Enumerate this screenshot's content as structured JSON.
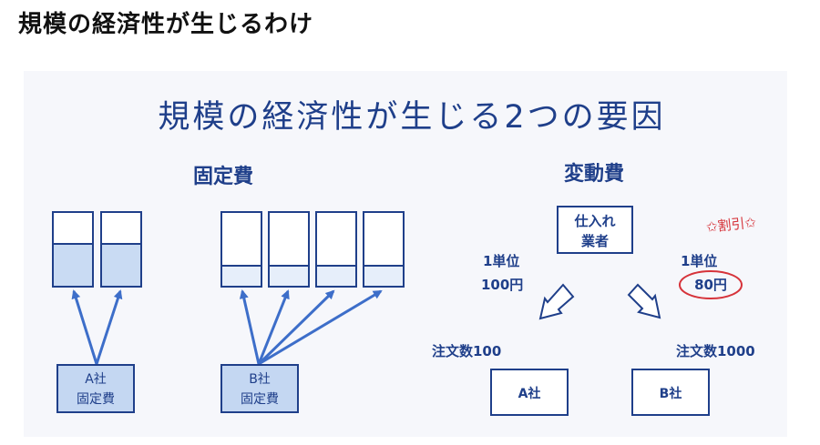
{
  "page_title": "規模の経済性が生じるわけ",
  "diagram": {
    "title": "規模の経済性が生じる2つの要因",
    "fixed_cost": {
      "heading": "固定費",
      "company_a_line1": "A社",
      "company_a_line2": "固定費",
      "company_b_line1": "B社",
      "company_b_line2": "固定費"
    },
    "variable_cost": {
      "heading": "変動費",
      "supplier_line1": "仕入れ",
      "supplier_line2": "業者",
      "left_unit_line1": "1単位",
      "left_unit_line2": "100円",
      "right_unit_line1": "1単位",
      "right_unit_line2": "80円",
      "discount": "✩割引✩",
      "left_order": "注文数100",
      "right_order": "注文数1000",
      "company_a": "A社",
      "company_b": "B社"
    }
  },
  "colors": {
    "navy": "#1f3f8a",
    "arrow_blue": "#3d6ec9",
    "fill_light": "#c9dbf3",
    "fill_lighter": "#e6eefa",
    "box_fill": "#c4d7f2",
    "accent_red": "#d6333a"
  }
}
